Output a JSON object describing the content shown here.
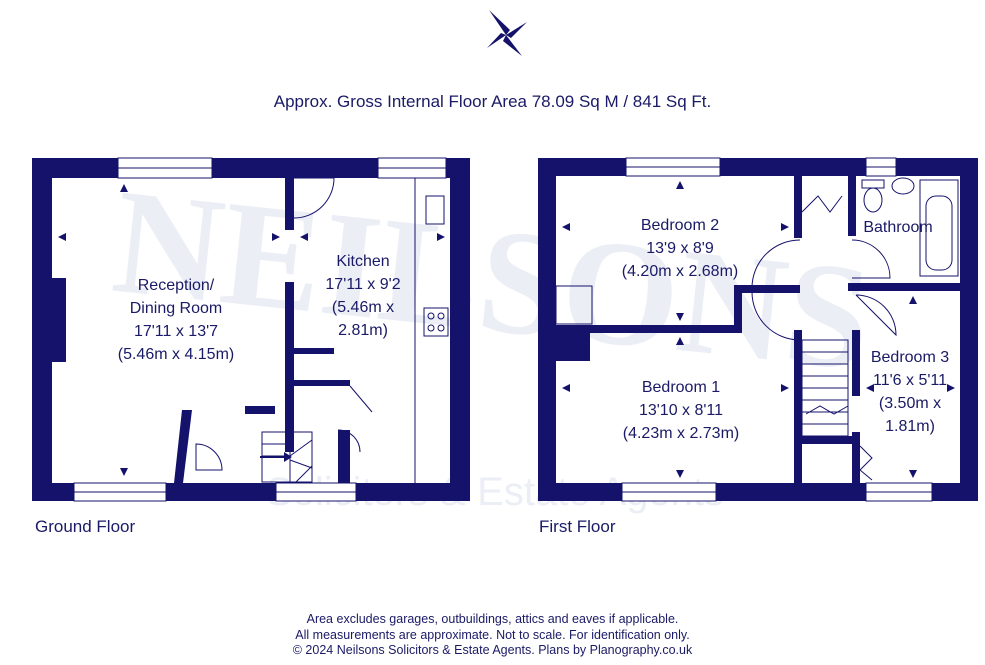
{
  "header": {
    "area_text": "Approx. Gross Internal Floor Area 78.09 Sq M / 841 Sq Ft."
  },
  "watermark": {
    "brand": "NEILSONS",
    "tagline": "Solicitors & Estate Agents"
  },
  "ground_floor": {
    "label": "Ground Floor",
    "rooms": {
      "reception": {
        "name_line1": "Reception/",
        "name_line2": "Dining Room",
        "imperial": "17'11 x 13'7",
        "metric": "(5.46m x 4.15m)"
      },
      "kitchen": {
        "name": "Kitchen",
        "imperial": "17'11 x 9'2",
        "metric_line1": "(5.46m x",
        "metric_line2": "2.81m)"
      }
    }
  },
  "first_floor": {
    "label": "First Floor",
    "rooms": {
      "bedroom2": {
        "name": "Bedroom 2",
        "imperial": "13'9 x 8'9",
        "metric": "(4.20m x 2.68m)"
      },
      "bathroom": {
        "name": "Bathroom"
      },
      "bedroom1": {
        "name": "Bedroom 1",
        "imperial": "13'10 x 8'11",
        "metric": "(4.23m x 2.73m)"
      },
      "bedroom3": {
        "name": "Bedroom 3",
        "imperial": "11'6 x 5'11",
        "metric_line1": "(3.50m x",
        "metric_line2": "1.81m)"
      }
    }
  },
  "footer": {
    "line1": "Area excludes garages, outbuildings, attics and eaves if applicable.",
    "line2": "All measurements are approximate. Not to scale. For identification only.",
    "line3": "© 2024 Neilsons Solicitors & Estate Agents. Plans by Planography.co.uk"
  },
  "colors": {
    "wall": "#15126b",
    "text": "#1a1a66",
    "watermark": "#e8e9f4"
  }
}
